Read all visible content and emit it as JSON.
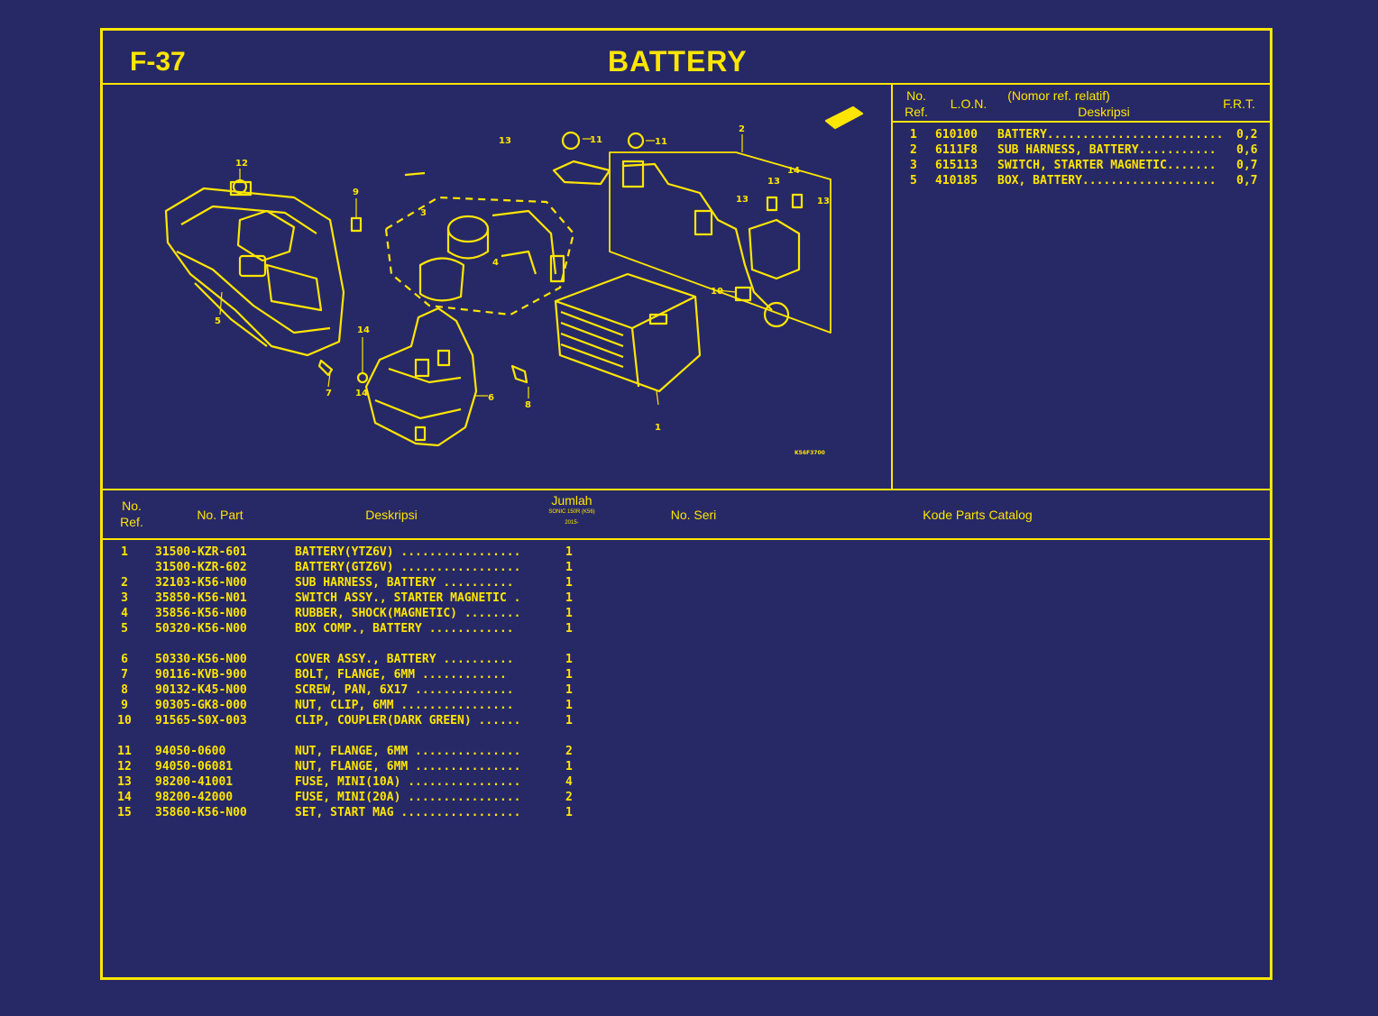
{
  "page": {
    "code": "F-37",
    "title": "BATTERY"
  },
  "frt_table": {
    "headers": {
      "no_ref_1": "No.",
      "no_ref_2": "Ref.",
      "lon": "L.O.N.",
      "desc_1": "(Nomor ref. relatif)",
      "desc_2": "Deskripsi",
      "frt": "F.R.T."
    },
    "rows": [
      {
        "ref": "1",
        "lon": "610100",
        "desc": "BATTERY.........................",
        "frt": "0,2"
      },
      {
        "ref": "2",
        "lon": "6111F8",
        "desc": "SUB HARNESS, BATTERY...........",
        "frt": "0,6"
      },
      {
        "ref": "3",
        "lon": "615113",
        "desc": "SWITCH, STARTER MAGNETIC.......",
        "frt": "0,7"
      },
      {
        "ref": "5",
        "lon": "410185",
        "desc": "BOX, BATTERY...................",
        "frt": "0,7"
      }
    ]
  },
  "parts_table": {
    "headers": {
      "no_ref_1": "No.",
      "no_ref_2": "Ref.",
      "part": "No. Part",
      "desc": "Deskripsi",
      "qty": "Jumlah",
      "qty_model": "SONIC 150R (K56)",
      "qty_year": "2015-",
      "serial": "No. Seri",
      "catalog": "Kode Parts Catalog"
    },
    "rows": [
      {
        "ref": "1",
        "part": "31500-KZR-601",
        "desc": "BATTERY(YTZ6V) .................",
        "qty": "1"
      },
      {
        "ref": "",
        "part": "31500-KZR-602",
        "desc": "BATTERY(GTZ6V) .................",
        "qty": "1"
      },
      {
        "ref": "2",
        "part": "32103-K56-N00",
        "desc": "SUB HARNESS, BATTERY ..........",
        "qty": "1"
      },
      {
        "ref": "3",
        "part": "35850-K56-N01",
        "desc": "SWITCH ASSY., STARTER MAGNETIC .",
        "qty": "1"
      },
      {
        "ref": "4",
        "part": "35856-K56-N00",
        "desc": "RUBBER, SHOCK(MAGNETIC) ........",
        "qty": "1"
      },
      {
        "ref": "5",
        "part": "50320-K56-N00",
        "desc": "BOX COMP., BATTERY ............",
        "qty": "1"
      },
      {
        "ref": "6",
        "part": "50330-K56-N00",
        "desc": "COVER ASSY., BATTERY ..........",
        "qty": "1"
      },
      {
        "ref": "7",
        "part": "90116-KVB-900",
        "desc": "BOLT, FLANGE, 6MM ............",
        "qty": "1"
      },
      {
        "ref": "8",
        "part": "90132-K45-N00",
        "desc": "SCREW, PAN, 6X17 ..............",
        "qty": "1"
      },
      {
        "ref": "9",
        "part": "90305-GK8-000",
        "desc": "NUT, CLIP, 6MM ................",
        "qty": "1"
      },
      {
        "ref": "10",
        "part": "91565-S0X-003",
        "desc": "CLIP, COUPLER(DARK GREEN) ......",
        "qty": "1"
      },
      {
        "ref": "11",
        "part": "94050-0600",
        "desc": "NUT, FLANGE, 6MM ...............",
        "qty": "2"
      },
      {
        "ref": "12",
        "part": "94050-06081",
        "desc": "NUT, FLANGE, 6MM ...............",
        "qty": "1"
      },
      {
        "ref": "13",
        "part": "98200-41001",
        "desc": "FUSE, MINI(10A) ................",
        "qty": "4"
      },
      {
        "ref": "14",
        "part": "98200-42000",
        "desc": "FUSE, MINI(20A) ................",
        "qty": "2"
      },
      {
        "ref": "15",
        "part": "35860-K56-N00",
        "desc": "SET, START MAG .................",
        "qty": "1"
      }
    ]
  },
  "diagram": {
    "callouts": [
      "1",
      "2",
      "3",
      "4",
      "5",
      "6",
      "7",
      "8",
      "9",
      "10",
      "11",
      "11",
      "12",
      "13",
      "13",
      "13",
      "13",
      "14",
      "14",
      "14"
    ],
    "figure_code": "K56F3700",
    "colors": {
      "background": "#272967",
      "ink": "#ffe600"
    }
  }
}
